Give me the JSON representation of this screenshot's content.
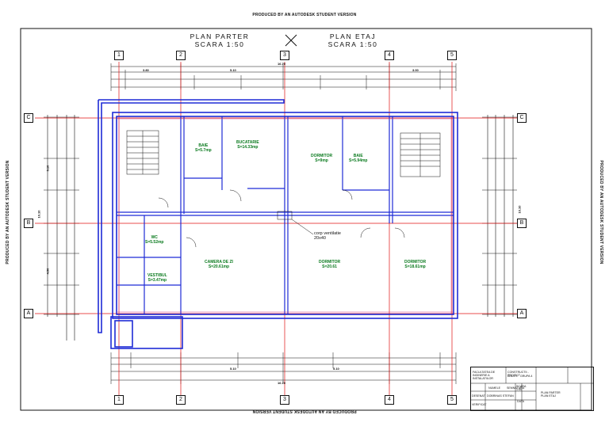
{
  "watermark": "PRODUCED BY AN AUTODESK STUDENT VERSION",
  "titles": {
    "left_line1": "PLAN PARTER",
    "left_line2": "SCARA 1:50",
    "right_line1": "PLAN ETAJ",
    "right_line2": "SCARA 1:50"
  },
  "axes_vertical": [
    "1",
    "2",
    "3",
    "4",
    "5"
  ],
  "axes_horizontal": [
    "C",
    "B",
    "A"
  ],
  "rooms": {
    "baie1_name": "BAIE",
    "baie1_area": "S=5.7mp",
    "bucatarie_name": "BUCATARIE",
    "bucatarie_area": "S=14.33mp",
    "dormitor1_name": "DORMITOR",
    "dormitor1_area": "S=9mp",
    "baie2_name": "BAIE",
    "baie2_area": "S=5.94mp",
    "wc_name": "WC",
    "wc_area": "S=5.52mp",
    "vestibul_name": "VESTIBUL",
    "vestibul_area": "S=3.47mp",
    "camera_name": "CAMERA DE ZI",
    "camera_area": "S=20.61mp",
    "dormitor2_name": "DORMITOR",
    "dormitor2_area": "S=20.61",
    "dormitor3_name": "DORMITOR",
    "dormitor3_area": "S=18.61mp"
  },
  "notes": {
    "corp_line1": "corp ventilatie",
    "corp_line2": "20x40"
  },
  "dimensions": {
    "total_top": "16.70",
    "total_bottom": "16.70",
    "top_left": "3.80",
    "top_mid": "5.10",
    "top_right": "3.00",
    "bottom_left": "5.10",
    "bottom_right": "5.10",
    "left_top": "5.10",
    "left_total": "10.10",
    "left_bottom": "4.50",
    "right_total": "10.10"
  },
  "title_block": {
    "faculty": "FACULTATEA DE INGINERIE A INSTALATIILOR",
    "course": "CONSTRUCTII - PROIECT",
    "year": "ANUL II",
    "group": "GRUPA 4",
    "name_label": "NUMELE",
    "signature_label": "SEMNATURA",
    "scale_label": "SCARA",
    "scale_value": "1:50",
    "drawn_label": "DESENAT",
    "drawn_name": "DOBRINAS STEFAN",
    "checked_label": "VERIFICAT",
    "date_label": "DATA",
    "plan_title_1": "PLAN PARTER",
    "plan_title_2": "PLAN ETAJ"
  },
  "colors": {
    "wall": "#1e2bd6",
    "axis": "#e01010",
    "room_text": "#0a7a1e",
    "ink": "#111111"
  }
}
